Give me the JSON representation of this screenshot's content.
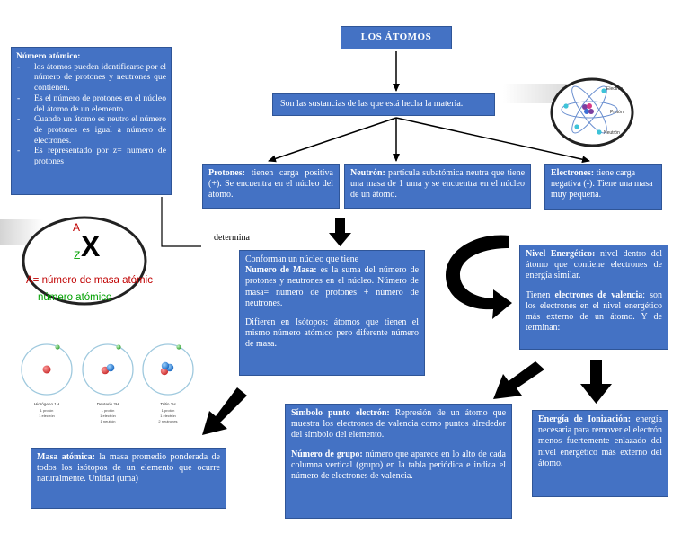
{
  "title": "LOS ÁTOMOS",
  "definition": "Son las sustancias de las que está hecha la materia.",
  "protones": {
    "label": "Protones:",
    "text": "tienen carga positiva (+). Se encuentra en el núcleo del átomo."
  },
  "neutron": {
    "label": "Neutrón:",
    "text": "partícula subatómica neutra que tiene una masa de 1 uma y se encuentra en el núcleo de un átomo."
  },
  "electrones": {
    "label": "Electrones:",
    "text": "tiene carga negativa (-). Tiene una masa muy pequeña."
  },
  "numero_atomico": {
    "label": "Número atómico:",
    "items": [
      "los átomos pueden identificarse por el número de protones y neutrones que contienen.",
      "Es el número de protones en el núcleo del átomo de un elemento.",
      "Cuando un átomo es neutro el número de protones es igual a número de electrones.",
      "Es representado por z= numero de protones"
    ]
  },
  "connector_label": "determina",
  "numero_masa": {
    "intro": "Conforman un núcleo que tiene",
    "label": "Numero de Masa:",
    "text": "es la suma del número de protones y neutrones en el núcleo. Número de masa= numero de protones + número de neutrones.",
    "isotopos": "Difieren en Isótopos: átomos que tienen el mismo número atómico pero diferente número de masa."
  },
  "nivel_energetico": {
    "label": "Nivel Energético:",
    "text": "nivel dentro del átomo que contiene electrones de energía similar.",
    "p2_pre": "Tienen",
    "p2_bold": "electrones de valencia",
    "p2_post": ": son los electrones en el nivel energético más externo de un átomo. Y de terminan:"
  },
  "simbolo_punto": {
    "label": "Símbolo punto electrón:",
    "text": "Represión de un átomo que muestra los electrones de valencia como puntos alrededor del símbolo del elemento.",
    "grupo_label": "Número de grupo:",
    "grupo_text": "número que aparece en lo alto de cada columna vertical (grupo) en la tabla periódica e indica el número de electrones de valencia."
  },
  "ionizacion": {
    "label": "Energía de Ionización:",
    "text": "energía necesaria para remover el electrón menos fuertemente enlazado del nivel energético más externo del átomo."
  },
  "masa_atomica": {
    "label": "Masa atómica:",
    "text": "la masa promedio ponderada de todos los isótopos de un elemento que ocurre naturalmente. Unidad (uma)"
  },
  "notation": {
    "a": "A",
    "z": "Z",
    "x": "X",
    "mass_label": "A= número de masa atómic",
    "atomic_label": "número atómico"
  },
  "atom_labels": {
    "electron": "Electrón",
    "proton": "Protón",
    "neutron": "Neutrón"
  },
  "isotopes": [
    {
      "name": "Hidrógeno 1H",
      "line1": "1 protón",
      "line2": "1 electrón",
      "line3": ""
    },
    {
      "name": "Deuterio 2H",
      "line1": "1 protón",
      "line2": "1 electrón",
      "line3": "1 neutrón"
    },
    {
      "name": "Tritio 3H",
      "line1": "1 protón",
      "line2": "1 electrón",
      "line3": "2 neutrones"
    }
  ],
  "colors": {
    "box_fill": "#4472c4",
    "box_border": "#2f5597",
    "mass_text": "#c00000",
    "atomic_text": "#00a000"
  }
}
